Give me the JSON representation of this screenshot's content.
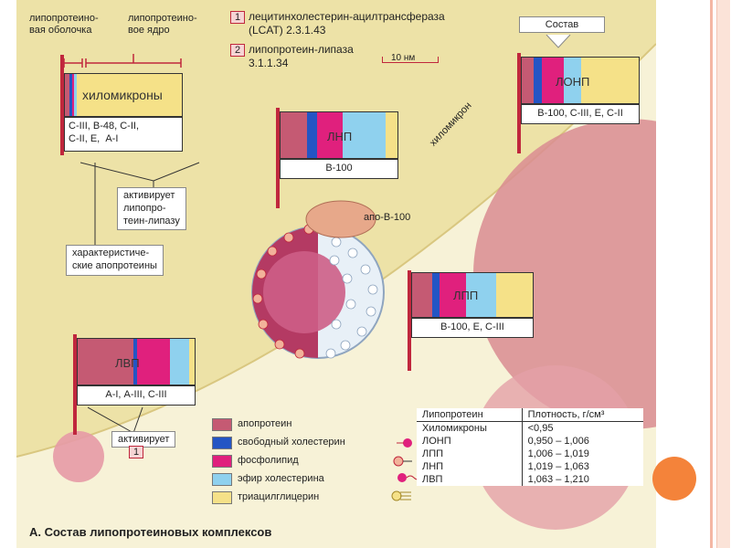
{
  "colors": {
    "background": "#ede2a7",
    "apoprotein": "#c55a73",
    "free_cholesterol": "#2455c4",
    "phospholipid": "#e0207d",
    "cholesterol_ester": "#8fd1ee",
    "triacylglycerol": "#f5e188",
    "membrane_red": "#c0273d",
    "accent_orange": "#f4833a"
  },
  "header": {
    "shell_label": "липопротеино-\nвая оболочка",
    "core_label": "липопротеино-\nвое ядро",
    "enzymes": [
      {
        "number": "1",
        "name": "лецитинхолестерин-ацилтрансфераза",
        "code": "(LCAT) 2.3.1.43"
      },
      {
        "number": "2",
        "name": "липопротеин-липаза",
        "code": "3.1.1.34"
      }
    ],
    "scale_label": "10 нм"
  },
  "composition_label": "Состав",
  "chylomicron_arc_label": "хиломикрон",
  "apo_b100_label": "апо-В-100",
  "particles": [
    {
      "id": "chylomicrons",
      "name": "хиломикроны",
      "apoproteins": "С-III, В-48, С-II,\nС-II, Е,  А-I",
      "segments": [
        4,
        2,
        2,
        2,
        90
      ]
    },
    {
      "id": "vldl",
      "name": "ЛОНП",
      "apoproteins": "В-100, С-III, Е, С-II",
      "segments": [
        10,
        7,
        19,
        15,
        49
      ]
    },
    {
      "id": "ldl",
      "name": "ЛНП",
      "apoproteins": "В-100",
      "segments": [
        23,
        8,
        22,
        37,
        10
      ]
    },
    {
      "id": "idl",
      "name": "ЛПП",
      "apoproteins": "В-100, Е,  С-III",
      "segments": [
        17,
        6,
        22,
        25,
        30
      ]
    },
    {
      "id": "hdl",
      "name": "ЛВП",
      "apoproteins": "А-I, А-III, С-III",
      "segments": [
        48,
        3,
        28,
        16,
        5
      ]
    }
  ],
  "annotations": {
    "activates_lipase": "активирует\nлипопро-\nтеин-липазу",
    "characteristic_apoproteins": "характеристиче-\nские апопротеины",
    "activates_1": "активирует",
    "activates_1_number": "1"
  },
  "legend": [
    {
      "label": "апопротеин",
      "color": "#c55a73"
    },
    {
      "label": "свободный холестерин",
      "color": "#2455c4"
    },
    {
      "label": "фосфолипид",
      "color": "#e0207d"
    },
    {
      "label": "эфир холестерина",
      "color": "#8fd1ee"
    },
    {
      "label": "триацилглицерин",
      "color": "#f5e188"
    }
  ],
  "density_table": {
    "headers": [
      "Липопротеин",
      "Плотность, г/см³"
    ],
    "rows": [
      [
        "Хиломикроны",
        "<0,95"
      ],
      [
        "ЛОНП",
        "0,950 – 1,006"
      ],
      [
        "ЛПП",
        "1,006 – 1,019"
      ],
      [
        "ЛНП",
        "1,019 – 1,063"
      ],
      [
        "ЛВП",
        "1,063 – 1,210"
      ]
    ]
  },
  "caption": "А. Состав липопротеиновых комплексов"
}
